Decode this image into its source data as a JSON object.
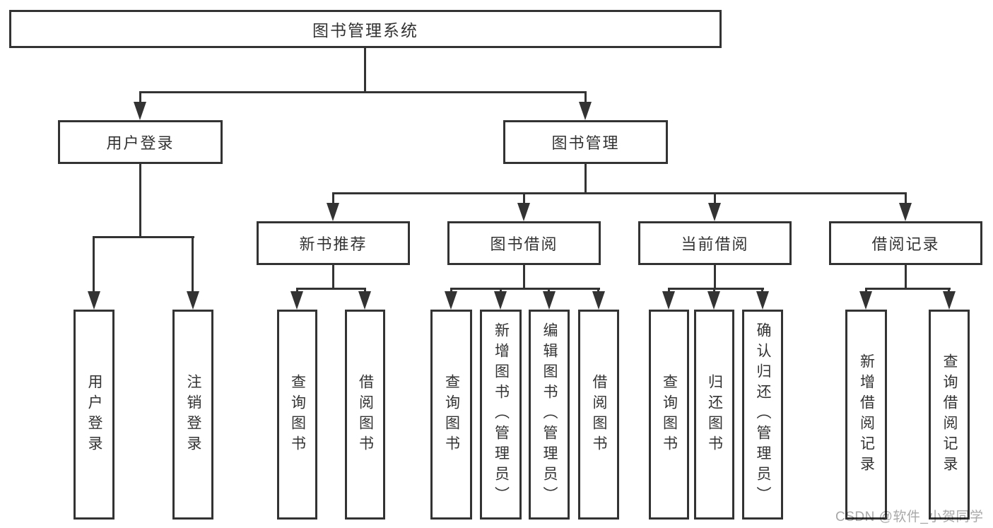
{
  "diagram": {
    "title_node": "图书管理系统",
    "root": {
      "label": "图书管理系统"
    },
    "branches": [
      {
        "label": "用户登录",
        "leaves": [
          "用户登录",
          "注销登录"
        ]
      },
      {
        "label": "图书管理",
        "groups": [
          {
            "label": "新书推荐",
            "leaves": [
              "查询图书",
              "借阅图书"
            ]
          },
          {
            "label": "图书借阅",
            "leaves": [
              "查询图书",
              "新增图书（管理员）",
              "编辑图书（管理员）",
              "借阅图书"
            ]
          },
          {
            "label": "当前借阅",
            "leaves": [
              "查询图书",
              "归还图书",
              "确认归还（管理员）"
            ]
          },
          {
            "label": "借阅记录",
            "leaves": [
              "新增借阅记录",
              "查询借阅记录"
            ]
          }
        ]
      }
    ]
  },
  "watermark": {
    "text": "CSDN @软件_小贺同学"
  },
  "colors": {
    "line": "#333333",
    "text": "#333333",
    "background": "#ffffff",
    "watermark": "#a8a8a8"
  }
}
